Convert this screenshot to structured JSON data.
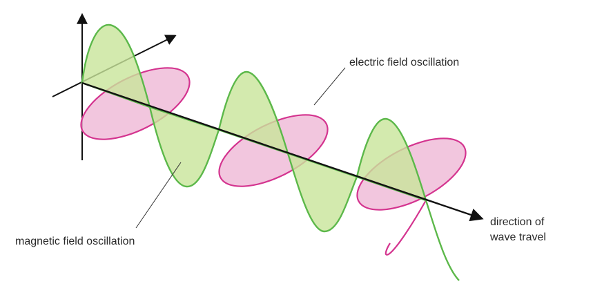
{
  "labels": {
    "electric": "electric field oscillation",
    "magnetic": "magnetic field oscillation",
    "direction_line1": "direction of",
    "direction_line2": "wave travel"
  },
  "colors": {
    "electric_stroke": "#5cb84a",
    "electric_fill": "#c8e59a",
    "magnetic_stroke": "#d4348f",
    "magnetic_fill": "#f0bcd8",
    "overlap_fill": "#c4a870",
    "axis": "#111111",
    "leader": "#333333",
    "text": "#2a2a2a"
  }
}
